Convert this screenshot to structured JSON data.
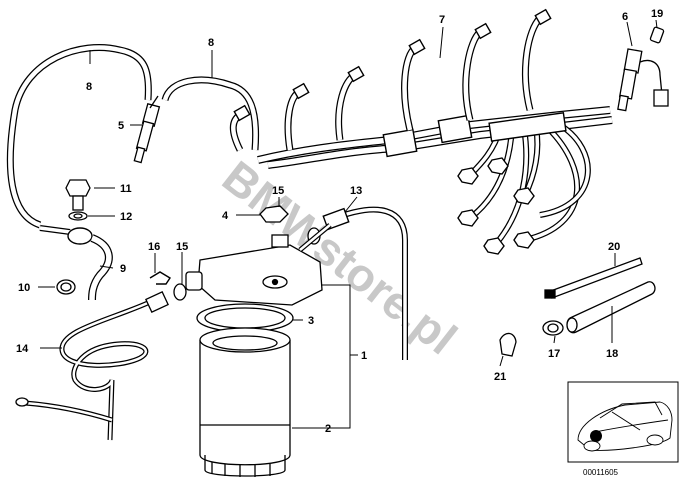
{
  "watermark": "BMWstore.pl",
  "diagram_code": "00011605",
  "callouts": [
    {
      "id": "c1",
      "label": "1"
    },
    {
      "id": "c2",
      "label": "2"
    },
    {
      "id": "c3",
      "label": "3"
    },
    {
      "id": "c4",
      "label": "4"
    },
    {
      "id": "c5",
      "label": "5"
    },
    {
      "id": "c6",
      "label": "6"
    },
    {
      "id": "c7",
      "label": "7"
    },
    {
      "id": "c8a",
      "label": "8"
    },
    {
      "id": "c8b",
      "label": "8"
    },
    {
      "id": "c9",
      "label": "9"
    },
    {
      "id": "c10",
      "label": "10"
    },
    {
      "id": "c11",
      "label": "11"
    },
    {
      "id": "c12",
      "label": "12"
    },
    {
      "id": "c13",
      "label": "13"
    },
    {
      "id": "c14",
      "label": "14"
    },
    {
      "id": "c15a",
      "label": "15"
    },
    {
      "id": "c15b",
      "label": "15"
    },
    {
      "id": "c16",
      "label": "16"
    },
    {
      "id": "c17",
      "label": "17"
    },
    {
      "id": "c18",
      "label": "18"
    },
    {
      "id": "c19",
      "label": "19"
    },
    {
      "id": "c20",
      "label": "20"
    },
    {
      "id": "c21",
      "label": "21"
    }
  ]
}
